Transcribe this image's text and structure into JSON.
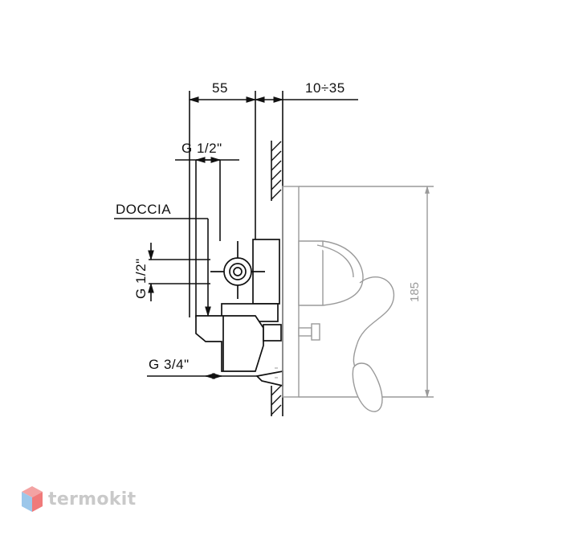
{
  "dimensions": {
    "depth": "55",
    "adjust_range": "10÷35",
    "outlet_thread": "G 1/2\"",
    "shower_label": "DOCCIA",
    "side_thread": "G 1/2\"",
    "inlet_thread": "G 3/4\"",
    "plate_height": "185"
  },
  "brand": {
    "name": "termokit",
    "logo_color": "#f07a7a"
  },
  "colors": {
    "line": "#111111",
    "faded_line": "#9a9a9a"
  }
}
